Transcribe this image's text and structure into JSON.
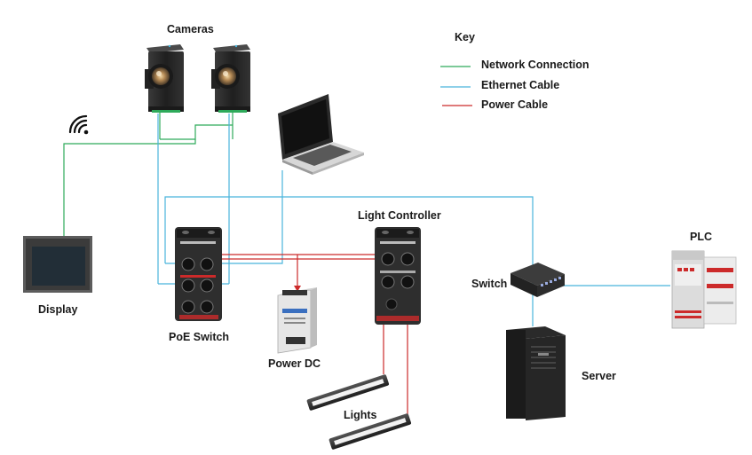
{
  "labels": {
    "cameras": "Cameras",
    "display": "Display",
    "poe_switch": "PoE Switch",
    "power_dc": "Power DC",
    "light_controller": "Light Controller",
    "lights": "Lights",
    "switch": "Switch",
    "server": "Server",
    "plc": "PLC"
  },
  "key": {
    "title": "Key",
    "items": [
      {
        "label": "Network Connection",
        "color": "#2eaa5a"
      },
      {
        "label": "Ethernet Cable",
        "color": "#49b5dc"
      },
      {
        "label": "Power Cable",
        "color": "#cc2a2a"
      }
    ]
  },
  "colors": {
    "network": "#2eaa5a",
    "ethernet": "#49b5dc",
    "power": "#cc2a2a",
    "device_dark": "#2c2c2c"
  },
  "icons": [
    "wifi-icon",
    "camera-icon",
    "laptop-icon",
    "display-icon",
    "poe-switch-icon",
    "power-supply-icon",
    "light-controller-icon",
    "light-bar-icon",
    "network-switch-icon",
    "server-icon",
    "plc-icon"
  ]
}
